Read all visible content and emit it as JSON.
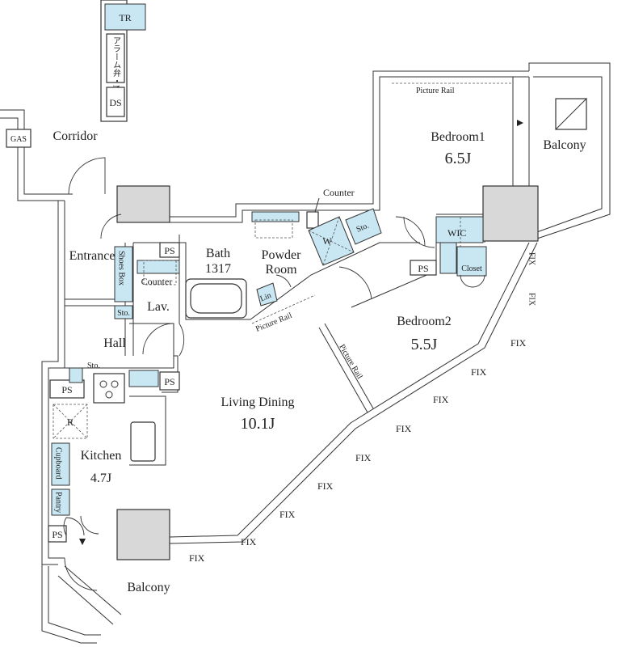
{
  "rooms": {
    "bedroom1": {
      "name": "Bedroom1",
      "size": "6.5J"
    },
    "bedroom2": {
      "name": "Bedroom2",
      "size": "5.5J"
    },
    "living": {
      "name": "Living Dining",
      "size": "10.1J"
    },
    "kitchen": {
      "name": "Kitchen",
      "size": "4.7J"
    },
    "bath": {
      "name": "Bath",
      "size": "1317"
    },
    "powder": {
      "line1": "Powder",
      "line2": "Room"
    },
    "balcony_top": "Balcony",
    "balcony_bottom": "Balcony",
    "corridor": "Corridor",
    "entrance": "Entrance",
    "hall": "Hall",
    "lav": "Lav."
  },
  "fixtures": {
    "tr": "TR",
    "alarm_mb": "アラーム弁・MB",
    "ds": "DS",
    "gas": "GAS",
    "ps": "PS",
    "shoes_box": "Shoes Box",
    "counter": "Counter",
    "sto": "Sto.",
    "lin": "Lin",
    "w": "W",
    "wic": "WIC",
    "closet": "Closet",
    "cupboard": "Cupboard",
    "pantry": "Pantry",
    "r": "R",
    "picture_rail": "Picture Rail",
    "fix": "FIX"
  }
}
